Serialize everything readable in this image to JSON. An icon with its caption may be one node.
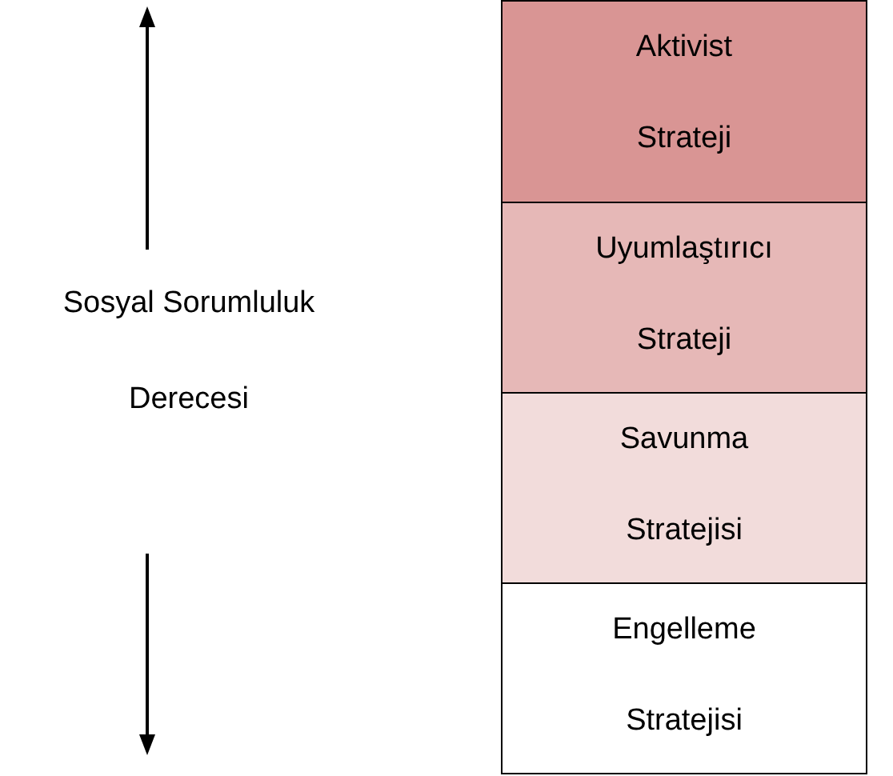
{
  "diagram": {
    "nodes": [
      {
        "text": [
          "Aktivist Strateji"
        ]
      },
      {
        "text": [
          "Uyumlaştırıcı Strateji"
        ]
      },
      {
        "text": [
          "Savunma Stratejisi"
        ]
      },
      {
        "text": [
          "Engelleme Stratejisi"
        ]
      }
    ],
    "edges": [],
    "labels": [
      "Sosyal Sorumluluk Derecesi"
    ]
  }
}
